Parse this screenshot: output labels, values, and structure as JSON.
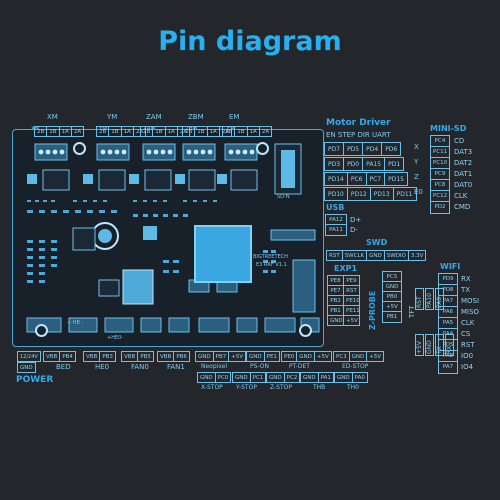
{
  "title": "Pin diagram",
  "motors": [
    {
      "name": "XM",
      "pins": [
        "2B",
        "1B",
        "1A",
        "2A"
      ]
    },
    {
      "name": "YM",
      "pins": [
        "2B",
        "1B",
        "1A",
        "2A"
      ]
    },
    {
      "name": "ZAM",
      "pins": [
        "2B",
        "1B",
        "1A",
        "2A"
      ]
    },
    {
      "name": "ZBM",
      "pins": [
        "2B",
        "1B",
        "1A",
        "2A"
      ]
    },
    {
      "name": "EM",
      "pins": [
        "2B",
        "1B",
        "1A",
        "2A"
      ]
    }
  ],
  "motor_driver": {
    "title": "Motor Driver",
    "header": "EN STEP DIR UART",
    "rows": [
      {
        "cells": [
          "PD7",
          "PD5",
          "PD4",
          "PD6"
        ],
        "axis": "X"
      },
      {
        "cells": [
          "PD3",
          "PD0",
          "PA15",
          "PD1"
        ],
        "axis": "Y"
      },
      {
        "cells": [
          "PD14",
          "PC6",
          "PC7",
          "PD15"
        ],
        "axis": "Z"
      },
      {
        "cells": [
          "PD10",
          "PD12",
          "PD13",
          "PD11"
        ],
        "axis": "E0"
      }
    ]
  },
  "mini_sd": {
    "title": "MINI-SD",
    "pins": [
      "PC4",
      "PC11",
      "PC10",
      "PC9",
      "PC8",
      "PC12",
      "PD2"
    ],
    "labels": [
      "CD",
      "DAT3",
      "DAT2",
      "DAT1",
      "DAT0",
      "CLK",
      "CMD"
    ]
  },
  "usb": {
    "title": "USB",
    "pins": [
      "PA12",
      "PA11"
    ],
    "labels": [
      "D+",
      "D-"
    ]
  },
  "swd": {
    "title": "SWD",
    "pins": [
      "RST",
      "SWCLK",
      "GND",
      "SWDIO",
      "3.3V"
    ]
  },
  "exp1": {
    "title": "EXP1",
    "rows": [
      [
        "PE8",
        "PE9"
      ],
      [
        "PE7",
        "RST"
      ],
      [
        "PB2",
        "PE10"
      ],
      [
        "PB1",
        "PE11"
      ],
      [
        "GND",
        "+5V"
      ]
    ]
  },
  "zprobe": {
    "title": "Z-PROBE",
    "pins": [
      "PC5",
      "GND",
      "PB0",
      "+5V",
      "PB1"
    ]
  },
  "tft": {
    "title": "TFT",
    "pins": [
      "+5V",
      "GND",
      "TX",
      "RX",
      "RST"
    ],
    "sub": [
      "PA10",
      "PA9"
    ]
  },
  "wifi": {
    "title": "WIFI",
    "pins": [
      "PD9",
      "PD8",
      "PA7",
      "PA6",
      "PA5",
      "PA4",
      "PD5",
      "PA8",
      "PA7"
    ],
    "labels": [
      "RX",
      "TX",
      "MOSI",
      "MISO",
      "CLK",
      "CS",
      "RST",
      "IO0",
      "IO4"
    ]
  },
  "board_label": {
    "maker": "BIGTREETECH",
    "model": "E3 RRF V1.1"
  },
  "power": {
    "title": "POWER",
    "voltage": "12/24V",
    "gnd": "GND"
  },
  "bottom_ports": [
    {
      "pins": [
        "VBB",
        "PB4"
      ],
      "label": "BED"
    },
    {
      "pins": [
        "VBB",
        "PB3"
      ],
      "label": "HE0"
    },
    {
      "pins": [
        "VBB",
        "PB5"
      ],
      "label": "FAN0"
    },
    {
      "pins": [
        "VBB",
        "PB6"
      ],
      "label": "FAN1"
    },
    {
      "pins": [
        "GND",
        "PB7",
        "+5V"
      ],
      "label": "Neopixel"
    },
    {
      "pins": [
        "GND",
        "PE1"
      ],
      "label": "PS-ON"
    },
    {
      "pins": [
        "PE0",
        "GND",
        "+5V"
      ],
      "label": "PT-DET"
    },
    {
      "pins": [
        "PC3",
        "GND",
        "+5V"
      ],
      "label": "ED-STOP"
    }
  ],
  "bottom_row2": [
    {
      "pins": [
        "GND",
        "PC0"
      ],
      "label": "X-STOP"
    },
    {
      "pins": [
        "GND",
        "PC1"
      ],
      "label": "Y-STOP"
    },
    {
      "pins": [
        "GND",
        "PC2"
      ],
      "label": "Z-STOP"
    },
    {
      "pins": [
        "GND",
        "PA1"
      ],
      "label": "THB"
    },
    {
      "pins": [
        "GND",
        "PA0"
      ],
      "label": "TH0"
    }
  ],
  "connector_marks": {
    "hb": "+ HB -",
    "he0": "+HE0-",
    "sd_n": "SD-N"
  }
}
